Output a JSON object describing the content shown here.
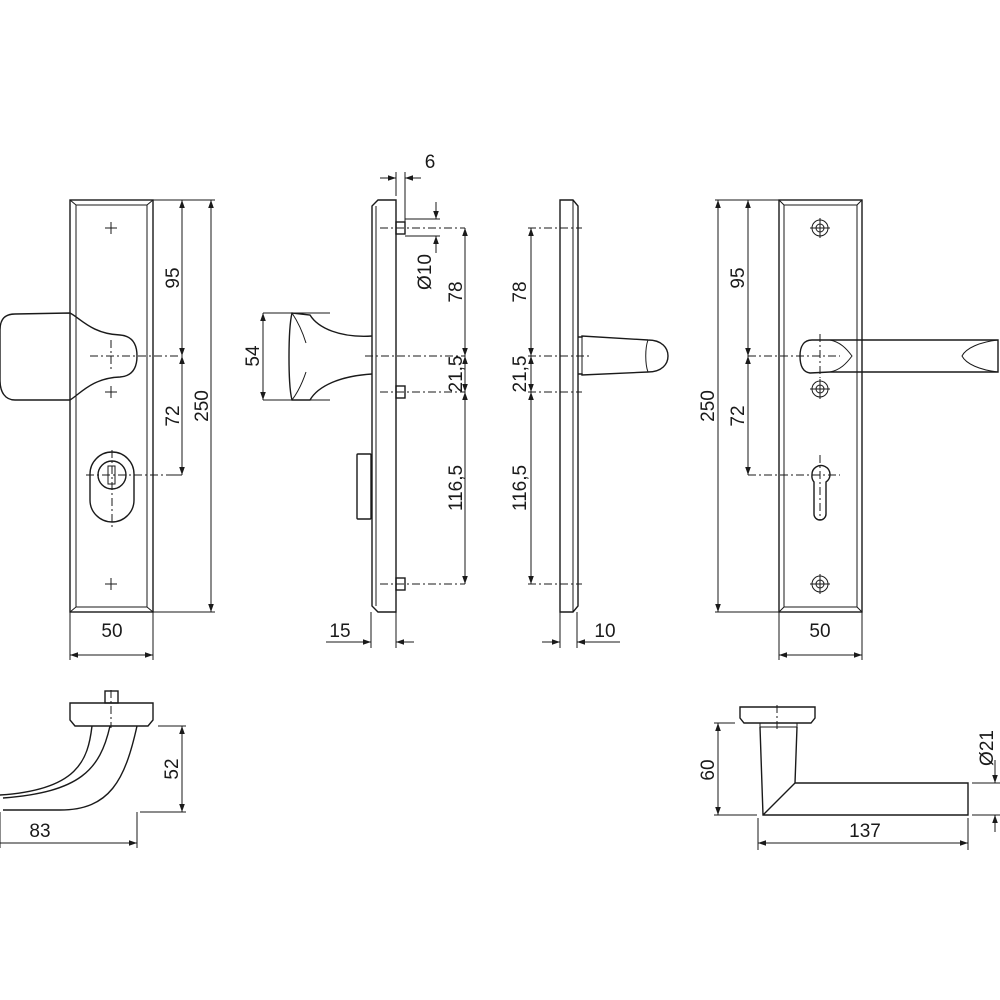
{
  "drawing": {
    "front_knob_view": {
      "dim_upper": "95",
      "dim_lower": "72",
      "dim_height": "250",
      "dim_width": "50"
    },
    "side_knob_view": {
      "dim_pin": "6",
      "dim_pin_dia": "Ø10",
      "dim_upper": "78",
      "dim_mid": "21,5",
      "dim_lower": "116,5",
      "dim_knob": "54",
      "dim_depth": "15"
    },
    "side_lever_view": {
      "dim_upper": "78",
      "dim_mid": "21,5",
      "dim_lower": "116,5",
      "dim_depth": "10"
    },
    "front_lever_view": {
      "dim_height": "250",
      "dim_upper": "95",
      "dim_lower": "72",
      "dim_width": "50"
    },
    "knob_top_view": {
      "dim_height": "52",
      "dim_length": "83"
    },
    "lever_top_view": {
      "dim_height": "60",
      "dim_length": "137",
      "dim_dia": "Ø21"
    }
  }
}
